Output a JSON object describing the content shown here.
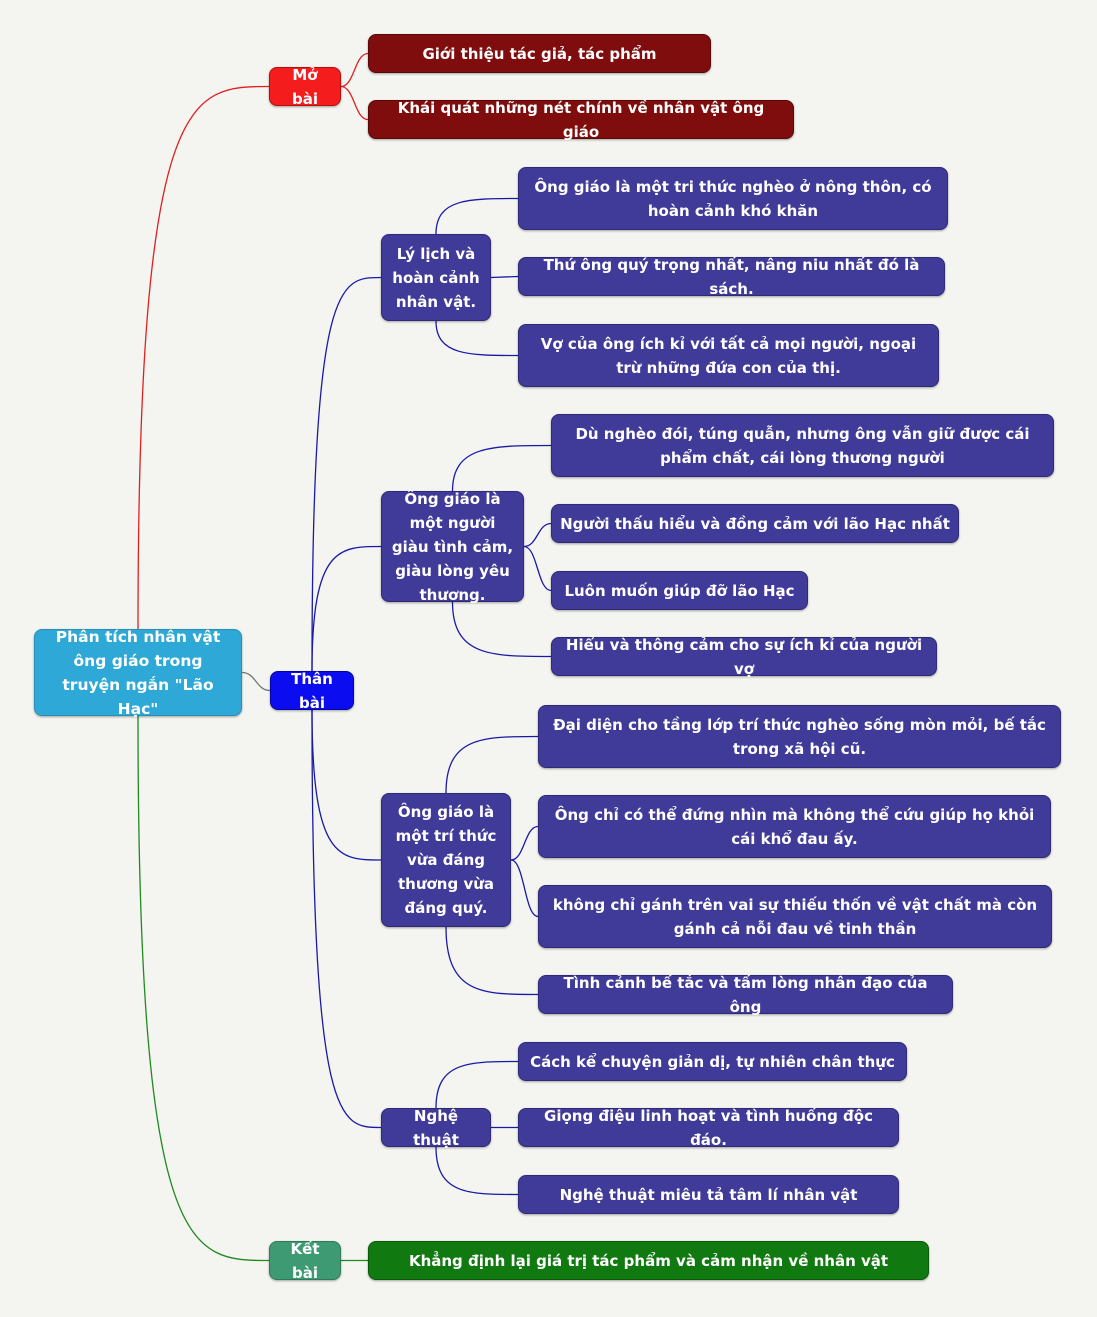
{
  "mindmap": {
    "root": "Phân tích nhân vật ông giáo trong truyện ngắn \"Lão Hạc\"",
    "mo_bai": {
      "label": "Mở bài",
      "items": [
        "Giới thiệu tác giả, tác phẩm",
        "Khái quát những nét chính về nhân vật ông giáo"
      ]
    },
    "than_bai": {
      "label": "Thân bài",
      "groups": [
        {
          "label": "Lý lịch và hoàn cảnh nhân vật.",
          "items": [
            "Ông giáo là một tri thức nghèo ở nông thôn, có hoàn cảnh khó khăn",
            "Thứ ông quý trọng nhất, nâng niu nhất đó là sách.",
            "Vợ của ông ích kỉ với tất cả mọi người, ngoại trừ những đứa con của thị."
          ]
        },
        {
          "label": "Ông giáo là một người giàu tình cảm, giàu lòng yêu thương.",
          "items": [
            "Dù nghèo đói, túng quẫn, nhưng ông vẫn giữ được cái phẩm chất, cái lòng thương người",
            "Người thấu hiểu và đồng cảm với lão Hạc nhất",
            "Luôn muốn giúp đỡ lão Hạc",
            "Hiểu và thông cảm cho sự ích kỉ của người vợ"
          ]
        },
        {
          "label": "Ông giáo là một trí thức vừa đáng thương vừa đáng quý.",
          "items": [
            "Đại diện cho tầng lớp trí thức nghèo sống mòn mỏi, bế tắc trong xã hội cũ.",
            "Ông chỉ có thể đứng nhìn mà không thể cứu giúp họ khỏi cái khổ đau ấy.",
            "không chỉ gánh trên vai sự thiếu thốn về vật chất mà còn gánh cả nỗi đau về tinh thần",
            "Tình cảnh bế tắc và tấm lòng nhân đạo của ông"
          ]
        },
        {
          "label": "Nghệ thuật",
          "items": [
            "Cách kể chuyện giản dị, tự nhiên chân thực",
            "Giọng điệu linh hoạt và tình huống độc đáo.",
            "Nghệ thuật miêu tả tâm lí nhân vật"
          ]
        }
      ]
    },
    "ket_bai": {
      "label": "Kết bài",
      "items": [
        "Khẳng định lại giá trị tác phẩm và cảm nhận về nhân vật"
      ]
    }
  },
  "colors": {
    "background": "#f4f4f0",
    "root": "#2ea8d6",
    "mo_bai": "#f41c1c",
    "mo_bai_leaf": "#800d0d",
    "mo_bai_link": "#e02020",
    "than_bai": "#0c0cf0",
    "than_bai_sub": "#403a98",
    "than_bai_link": "#1a1aa8",
    "ket_bai": "#3e9a72",
    "ket_bai_leaf": "#107a10",
    "ket_bai_link": "#208a20"
  }
}
